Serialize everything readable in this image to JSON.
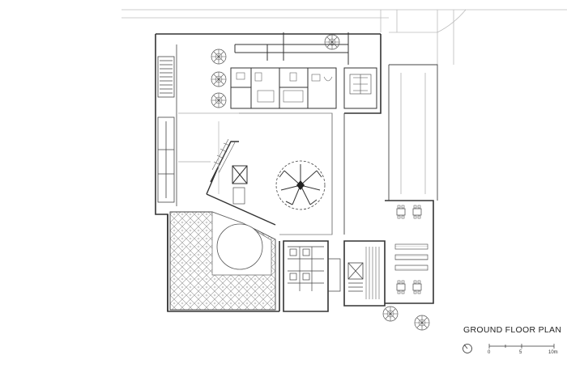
{
  "plan": {
    "title": "GROUND FLOOR PLAN",
    "scale": {
      "labels": [
        "0",
        "5",
        "10m"
      ]
    },
    "colors": {
      "line": "#333333",
      "thin": "#888888",
      "light": "#bbbbbb",
      "hatch": "#999999"
    },
    "icons": [
      "north-arrow-icon",
      "tree-icon"
    ]
  }
}
